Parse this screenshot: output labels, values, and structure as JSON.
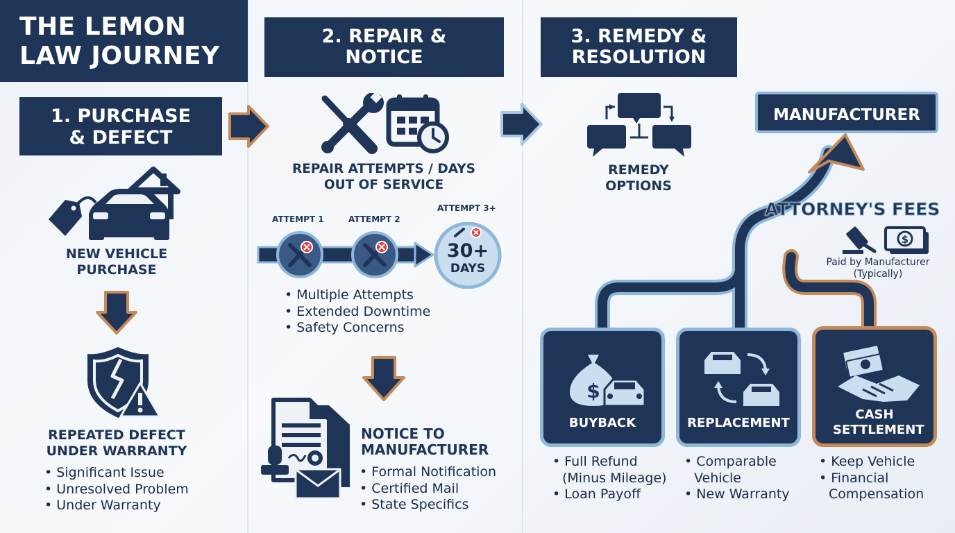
{
  "title": "THE LEMON LAW JOURNEY",
  "steps": {
    "step1": {
      "header": "1. PURCHASE & DEFECT",
      "purchase_label": "NEW VEHICLE PURCHASE",
      "defect_label": "REPEATED DEFECT UNDER WARRANTY",
      "bullets": [
        "Significant Issue",
        "Unresolved Problem",
        "Under Warranty"
      ]
    },
    "step2": {
      "header": "2. REPAIR & NOTICE",
      "repair_label": "REPAIR ATTEMPTS / DAYS OUT OF SERVICE",
      "attempts": [
        "ATTEMPT 1",
        "ATTEMPT 2",
        "ATTEMPT 3+"
      ],
      "days": "30+",
      "days_unit": "DAYS",
      "repair_bullets": [
        "Multiple Attempts",
        "Extended Downtime",
        "Safety Concerns"
      ],
      "notice_label": "NOTICE TO MANUFACTURER",
      "notice_bullets": [
        "Formal Notification",
        "Certified Mail",
        "State Specifics"
      ]
    },
    "step3": {
      "header": "3. REMEDY & RESOLUTION",
      "remedy_label": "REMEDY OPTIONS",
      "manufacturer": "MANUFACTURER",
      "attorney_fees": "ATTORNEY'S FEES",
      "paid_by": "Paid by Manufacturer (Typically)",
      "options": [
        {
          "label": "BUYBACK",
          "bullets": [
            "Full Refund",
            "(Minus Mileage)",
            "Loan Payoff"
          ]
        },
        {
          "label": "REPLACEMENT",
          "bullets": [
            "Comparable",
            "Vehicle",
            "New Warranty"
          ]
        },
        {
          "label": "CASH SETTLEMENT",
          "bullets": [
            "Keep Vehicle",
            "Financial",
            "Compensation"
          ]
        }
      ]
    }
  },
  "colors": {
    "navy": "#1f3557",
    "accent_orange": "#c48a5a",
    "light_blue": "#8eb7d9",
    "alert_red": "#e23b3b"
  },
  "icons": [
    "car-tag-icon",
    "house-icon",
    "shield-crack-icon",
    "warning-icon",
    "wrench-screwdriver-icon",
    "calendar-clock-icon",
    "chat-flow-icon",
    "document-stamp-icon",
    "envelope-icon",
    "money-bag-icon",
    "car-swap-icon",
    "handshake-cash-icon",
    "gavel-icon",
    "dollar-bill-icon"
  ]
}
